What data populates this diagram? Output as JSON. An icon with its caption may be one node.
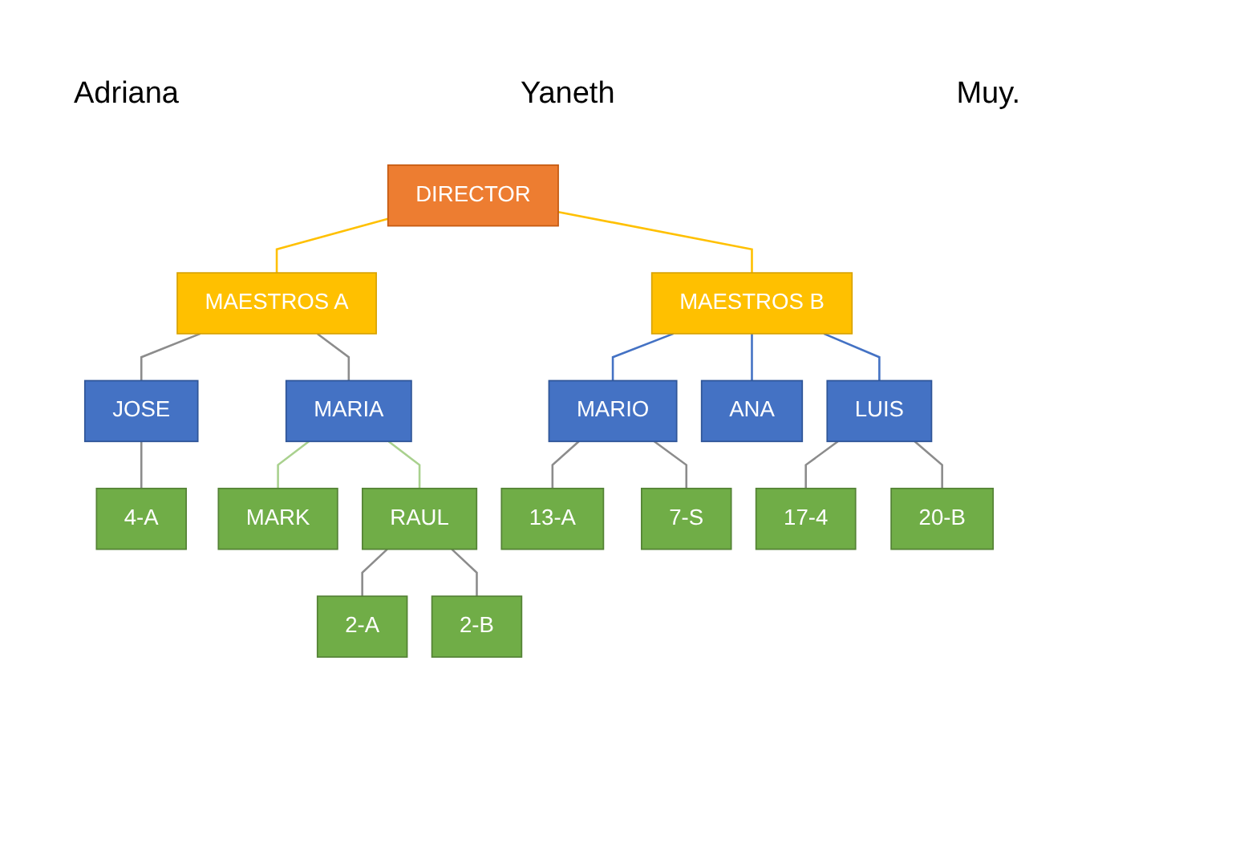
{
  "diagram": {
    "nodes": [
      {
        "text": [
          "DIRECTOR"
        ]
      },
      {
        "text": [
          "MAESTROS A"
        ]
      },
      {
        "text": [
          "MAESTROS B"
        ]
      },
      {
        "text": [
          "JOSE"
        ]
      },
      {
        "text": [
          "MARIA"
        ]
      },
      {
        "text": [
          "MARIO"
        ]
      },
      {
        "text": [
          "4-A"
        ]
      },
      {
        "text": [
          "MARK"
        ]
      },
      {
        "text": [
          "13-A"
        ]
      },
      {
        "text": [
          "7-S"
        ]
      },
      {
        "text": [
          "RAUL"
        ]
      },
      {
        "text": [
          "ANA"
        ]
      },
      {
        "text": [
          "LUIS"
        ]
      },
      {
        "text": [
          "2-A"
        ]
      },
      {
        "text": [
          "2-B"
        ]
      },
      {
        "text": [
          "17-4"
        ]
      },
      {
        "text": [
          "20-B"
        ]
      }
    ],
    "edges": [
      {
        "from": 0,
        "to": 1,
        "arrow": "none",
        "color": "#ffc000"
      },
      {
        "from": 0,
        "to": 2,
        "arrow": "none",
        "color": "#ffc000"
      },
      {
        "from": 1,
        "to": 3,
        "arrow": "none"
      },
      {
        "from": 1,
        "to": 4,
        "arrow": "none"
      },
      {
        "from": 2,
        "to": 5,
        "arrow": "none",
        "color": "#4472c4"
      },
      {
        "from": 2,
        "to": 11,
        "arrow": "none",
        "color": "#4472c4"
      },
      {
        "from": 2,
        "to": 12,
        "arrow": "none",
        "color": "#4472c4"
      },
      {
        "from": 3,
        "to": 6,
        "arrow": "none"
      },
      {
        "from": 4,
        "to": 7,
        "arrow": "none",
        "color": "#a9d18e"
      },
      {
        "from": 4,
        "to": 10,
        "arrow": "none",
        "color": "#a9d18e"
      },
      {
        "from": 5,
        "to": 8,
        "arrow": "none"
      },
      {
        "from": 5,
        "to": 9,
        "arrow": "none"
      },
      {
        "from": 10,
        "to": 13,
        "arrow": "none"
      },
      {
        "from": 10,
        "to": 14,
        "arrow": "none"
      },
      {
        "from": 12,
        "to": 15,
        "arrow": "none"
      },
      {
        "from": 12,
        "to": 16,
        "arrow": "none"
      }
    ],
    "labels": [
      "Adriana",
      "Yaneth",
      "Muy."
    ]
  }
}
